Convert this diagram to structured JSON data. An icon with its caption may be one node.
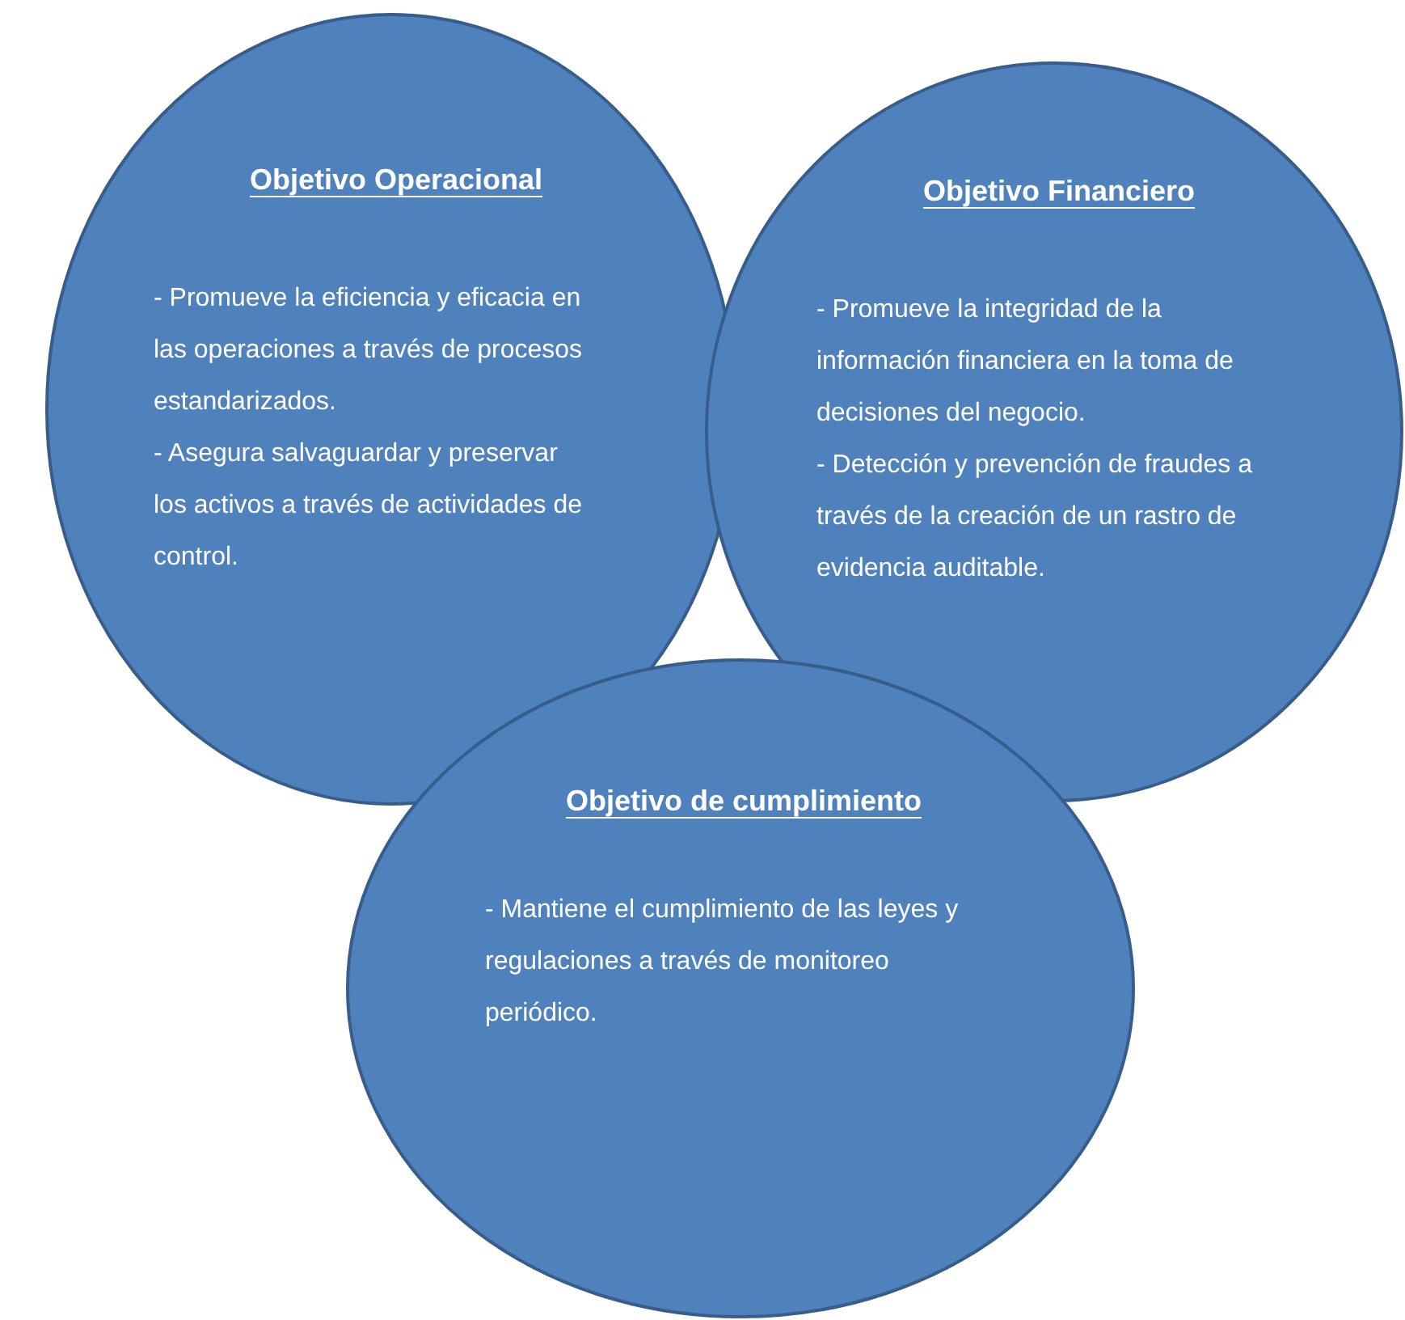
{
  "diagram": {
    "nodes": [
      {
        "text": [
          "Objetivo Operacional",
          "- Promueve la eficiencia y eficacia en las operaciones a través de procesos estandarizados.",
          "- Asegura salvaguardar y preservar los activos a través de actividades de control."
        ]
      },
      {
        "text": [
          "Objetivo Financiero",
          "- Promueve la integridad de la información financiera en la toma de decisiones del negocio.",
          "- Detección y prevención de fraudes a través de la creación de un rastro de evidencia auditable."
        ]
      },
      {
        "text": [
          "Objetivo de cumplimiento",
          "- Mantiene el cumplimiento de las leyes y regulaciones a través de monitoreo periódico."
        ]
      }
    ]
  }
}
